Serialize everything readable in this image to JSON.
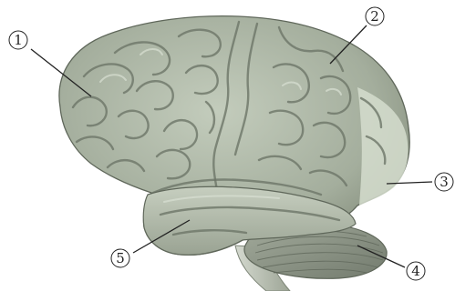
{
  "figure": {
    "labels": [
      {
        "id": "1",
        "text": "1"
      },
      {
        "id": "2",
        "text": "2"
      },
      {
        "id": "3",
        "text": "3"
      },
      {
        "id": "4",
        "text": "4"
      },
      {
        "id": "5",
        "text": "5"
      }
    ]
  },
  "colors": {
    "cortex": "#a7b2a0",
    "cortex_light": "#c8d0c1",
    "cortex_dark": "#6d7668",
    "occipital_highlight": "#dbe2d4",
    "temporal": "#b5beae",
    "cerebellum": "#8c9586",
    "brainstem": "#b9c0b3",
    "line": "#222222"
  }
}
